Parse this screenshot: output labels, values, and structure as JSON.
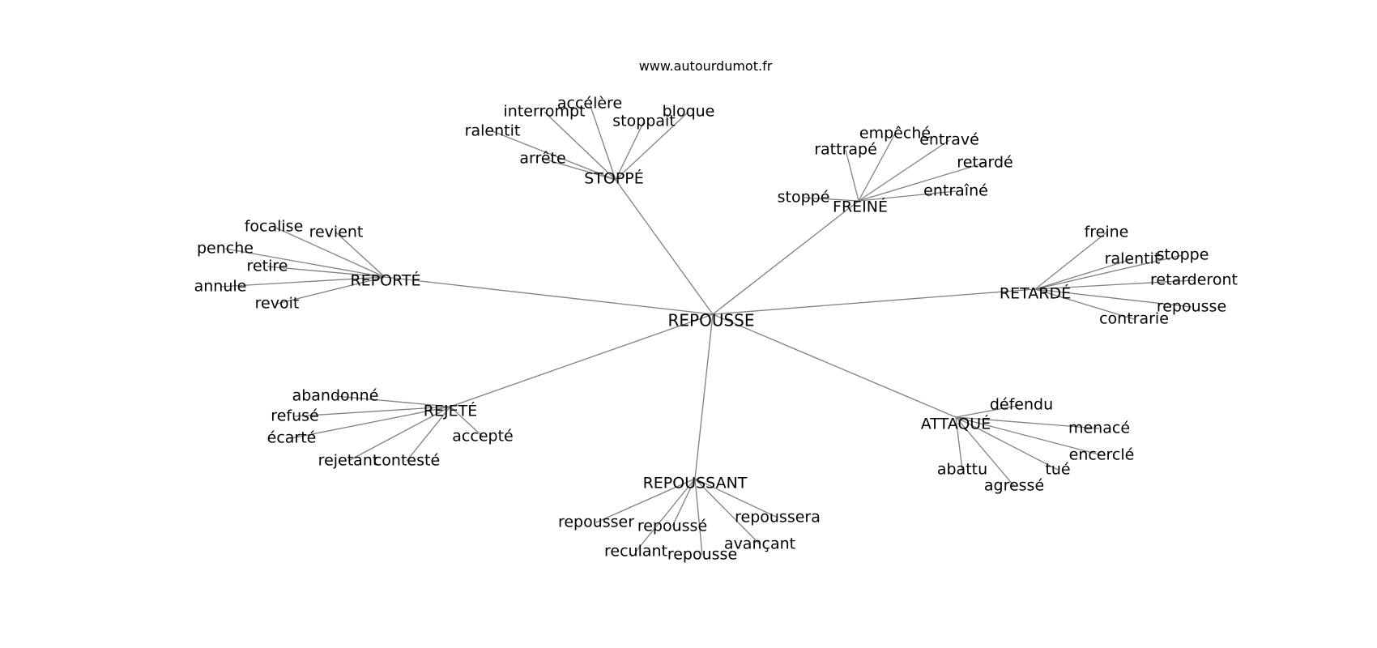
{
  "site": "www.autourdumot.fr",
  "center": {
    "label": "REPOUSSE"
  },
  "clusters": [
    {
      "id": "stoppe",
      "label": "STOPPÉ",
      "leaves": [
        "arrête",
        "ralentit",
        "interrompt",
        "accélère",
        "stoppait",
        "bloque"
      ]
    },
    {
      "id": "freine",
      "label": "FREINÉ",
      "leaves": [
        "stoppé",
        "rattrapé",
        "empêché",
        "entravé",
        "retardé",
        "entraîné"
      ]
    },
    {
      "id": "reporte",
      "label": "REPORTÉ",
      "leaves": [
        "focalise",
        "revient",
        "penche",
        "retire",
        "annule",
        "revoit"
      ]
    },
    {
      "id": "retarde",
      "label": "RETARDÉ",
      "leaves": [
        "freine",
        "ralentit",
        "stoppe",
        "retarderont",
        "repousse",
        "contrarie"
      ]
    },
    {
      "id": "rejete",
      "label": "REJETÉ",
      "leaves": [
        "abandonné",
        "refusé",
        "écarté",
        "rejetant",
        "contesté",
        "accepté"
      ]
    },
    {
      "id": "attaque",
      "label": "ATTAQUÉ",
      "leaves": [
        "défendu",
        "menacé",
        "encerclé",
        "tué",
        "agressé",
        "abattu"
      ]
    },
    {
      "id": "repoussant",
      "label": "REPOUSSANT",
      "leaves": [
        "repousser",
        "repoussé",
        "reculant",
        "repousse",
        "avançant",
        "repoussera"
      ]
    }
  ]
}
